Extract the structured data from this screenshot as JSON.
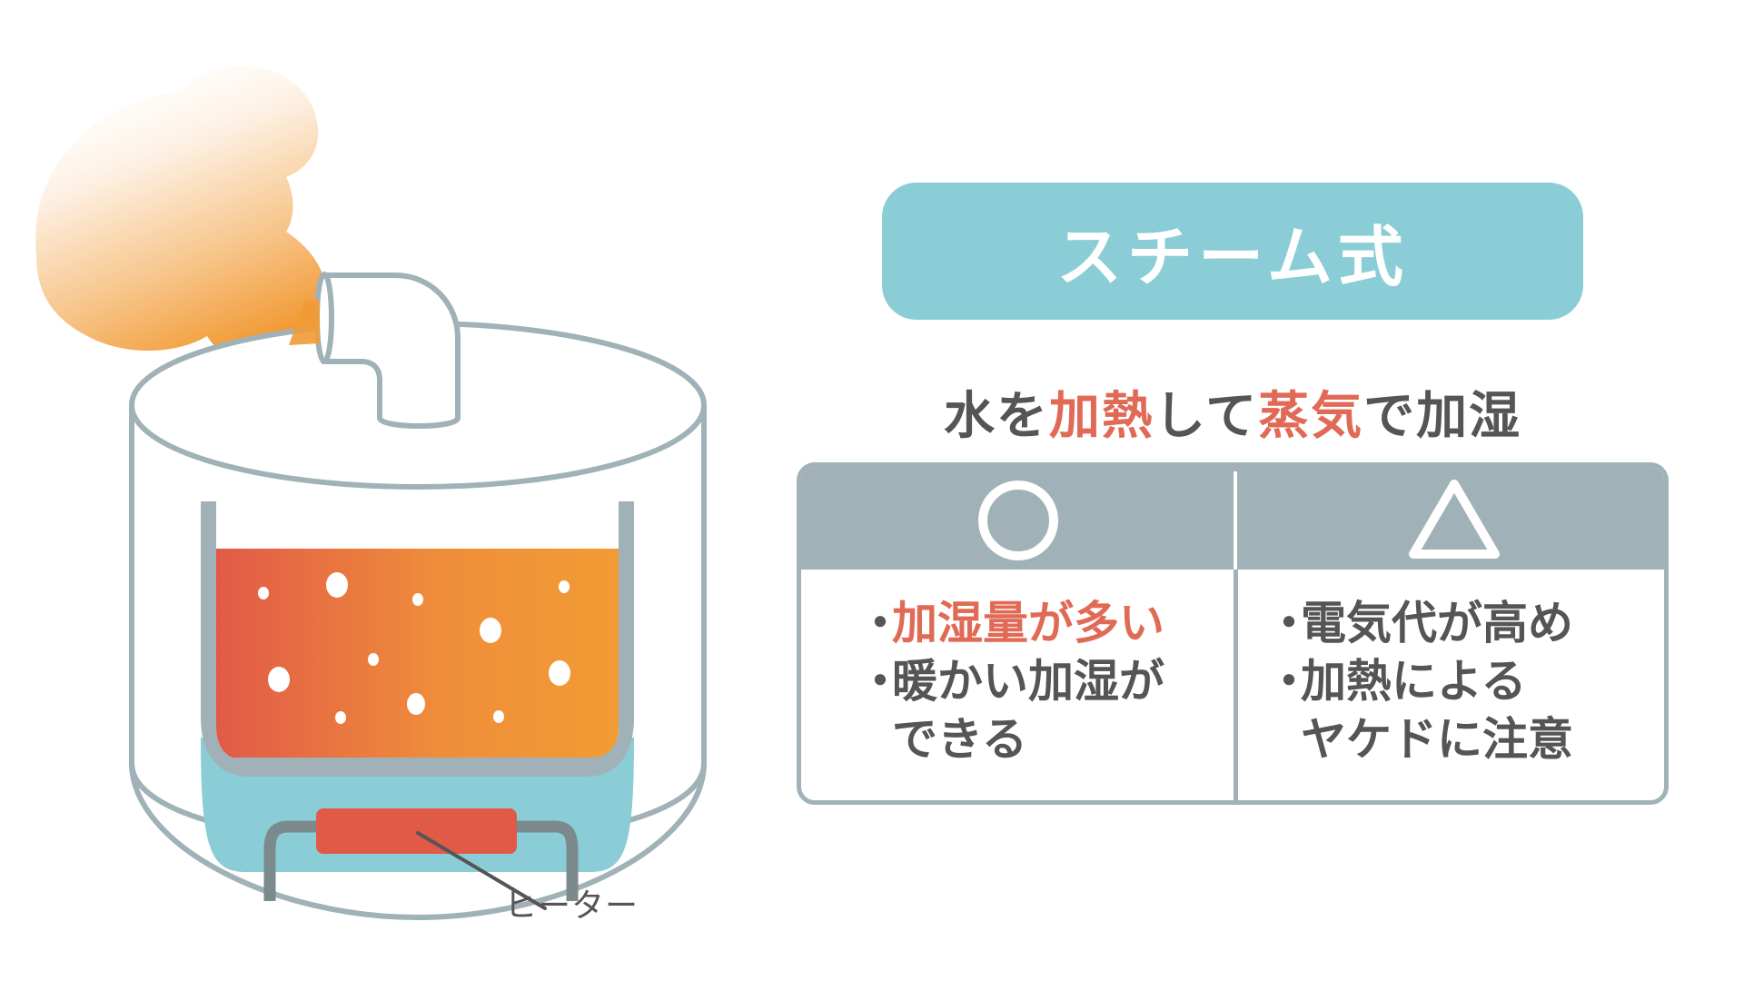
{
  "title": "スチーム式",
  "subtitle": {
    "parts": [
      {
        "text": "水を",
        "highlight": false
      },
      {
        "text": "加熱",
        "highlight": true
      },
      {
        "text": "して",
        "highlight": false
      },
      {
        "text": "蒸気",
        "highlight": true
      },
      {
        "text": "で加湿",
        "highlight": false
      }
    ]
  },
  "table": {
    "headers": [
      {
        "symbol": "○",
        "icon": "circle-icon",
        "meaning": "pros"
      },
      {
        "symbol": "△",
        "icon": "triangle-icon",
        "meaning": "cons"
      }
    ],
    "pros": {
      "bullet": "・",
      "lines": [
        {
          "bullet": true,
          "text": "加湿量が多い",
          "highlight": true
        },
        {
          "bullet": true,
          "text": "暖かい加湿が",
          "highlight": false
        },
        {
          "bullet": false,
          "text": "できる",
          "highlight": false
        }
      ]
    },
    "cons": {
      "bullet": "・",
      "lines": [
        {
          "bullet": true,
          "text": "電気代が高め",
          "highlight": false
        },
        {
          "bullet": true,
          "text": "加熱による",
          "highlight": false
        },
        {
          "bullet": false,
          "text": "ヤケドに注意",
          "highlight": false
        }
      ]
    }
  },
  "illustration": {
    "heater_label": "ヒーター",
    "icons": [
      "steam-cloud",
      "steam-pipe",
      "humidifier-body",
      "water-tank",
      "heater"
    ]
  },
  "colors": {
    "banner": "#8acdd6",
    "highlight_red": "#e06a55",
    "text_gray": "#555555",
    "outline_gray": "#a0b2b8",
    "water_blue": "#8acdd6",
    "hot_water_start": "#e15a48",
    "hot_water_end": "#f29c35",
    "heater_red": "#e15a48",
    "heater_leg": "#7b8a8d",
    "steam_orange": "#f29a35"
  }
}
